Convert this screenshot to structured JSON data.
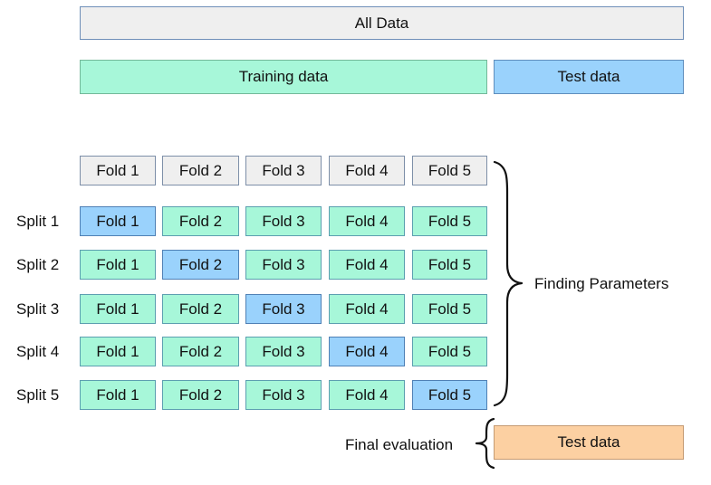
{
  "top": {
    "all_data": "All Data",
    "training_data": "Training data",
    "test_data": "Test data"
  },
  "folds_header": [
    "Fold 1",
    "Fold 2",
    "Fold 3",
    "Fold 4",
    "Fold 5"
  ],
  "splits": [
    {
      "label": "Split 1",
      "folds": [
        "Fold 1",
        "Fold 2",
        "Fold 3",
        "Fold 4",
        "Fold 5"
      ],
      "test_index": 0
    },
    {
      "label": "Split 2",
      "folds": [
        "Fold 1",
        "Fold 2",
        "Fold 3",
        "Fold 4",
        "Fold 5"
      ],
      "test_index": 1
    },
    {
      "label": "Split 3",
      "folds": [
        "Fold 1",
        "Fold 2",
        "Fold 3",
        "Fold 4",
        "Fold 5"
      ],
      "test_index": 2
    },
    {
      "label": "Split 4",
      "folds": [
        "Fold 1",
        "Fold 2",
        "Fold 3",
        "Fold 4",
        "Fold 5"
      ],
      "test_index": 3
    },
    {
      "label": "Split 5",
      "folds": [
        "Fold 1",
        "Fold 2",
        "Fold 3",
        "Fold 4",
        "Fold 5"
      ],
      "test_index": 4
    }
  ],
  "annotations": {
    "finding_parameters": "Finding Parameters",
    "final_evaluation": "Final evaluation",
    "final_test_data": "Test data"
  },
  "colors": {
    "all_data": "#efefef",
    "training": "#a7f7d9",
    "test": "#9ad2fc",
    "final_test": "#fcd0a2"
  }
}
